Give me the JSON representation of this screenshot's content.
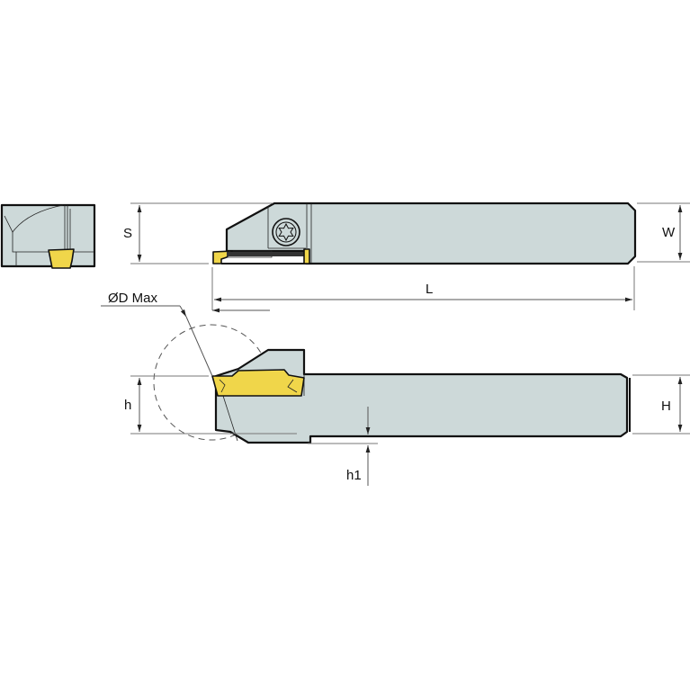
{
  "diagram": {
    "title": "Grooving / parting tool holder dimension drawing",
    "colors": {
      "body": "#cdd9d9",
      "insert": "#f0d64a",
      "outline": "#111111",
      "dimension_line": "#555555"
    },
    "labels": {
      "S": "S",
      "W": "W",
      "L": "L",
      "D_max": "ØD Max",
      "h": "h",
      "H": "H",
      "h1": "h1"
    },
    "views": [
      {
        "name": "end-view",
        "description": "End view with insert"
      },
      {
        "name": "top-view",
        "description": "Top view with clamp screw (Torx)"
      },
      {
        "name": "side-view",
        "description": "Side view with max cutting diameter circle"
      }
    ]
  }
}
